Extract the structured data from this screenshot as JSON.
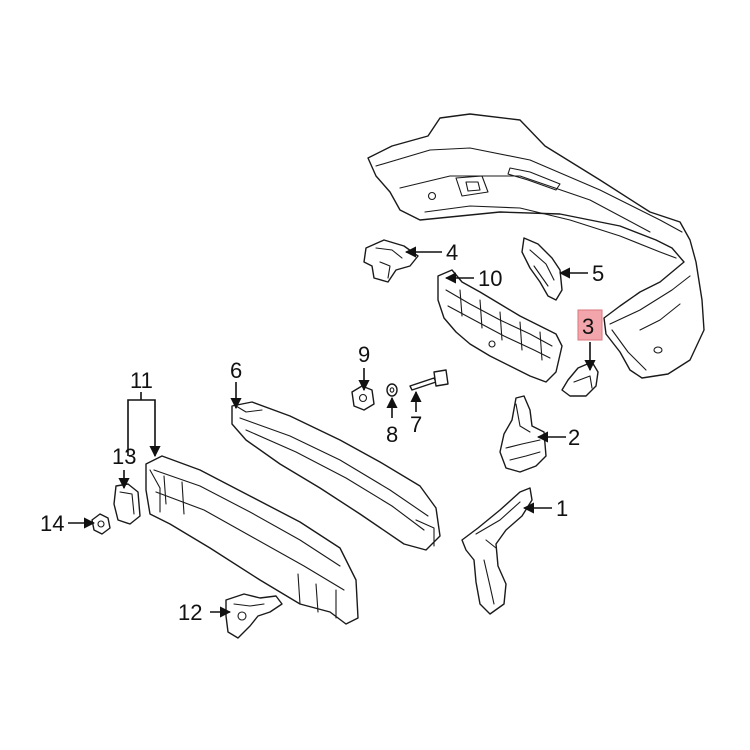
{
  "callouts": [
    {
      "id": "1",
      "label": "1"
    },
    {
      "id": "2",
      "label": "2"
    },
    {
      "id": "3",
      "label": "3",
      "highlighted": true
    },
    {
      "id": "4",
      "label": "4"
    },
    {
      "id": "5",
      "label": "5"
    },
    {
      "id": "6",
      "label": "6"
    },
    {
      "id": "7",
      "label": "7"
    },
    {
      "id": "8",
      "label": "8"
    },
    {
      "id": "9",
      "label": "9"
    },
    {
      "id": "10",
      "label": "10"
    },
    {
      "id": "11",
      "label": "11"
    },
    {
      "id": "12",
      "label": "12"
    },
    {
      "id": "13",
      "label": "13"
    },
    {
      "id": "14",
      "label": "14"
    }
  ],
  "colors": {
    "line": "#1a1a1a",
    "highlight": "#f2a6ab"
  }
}
